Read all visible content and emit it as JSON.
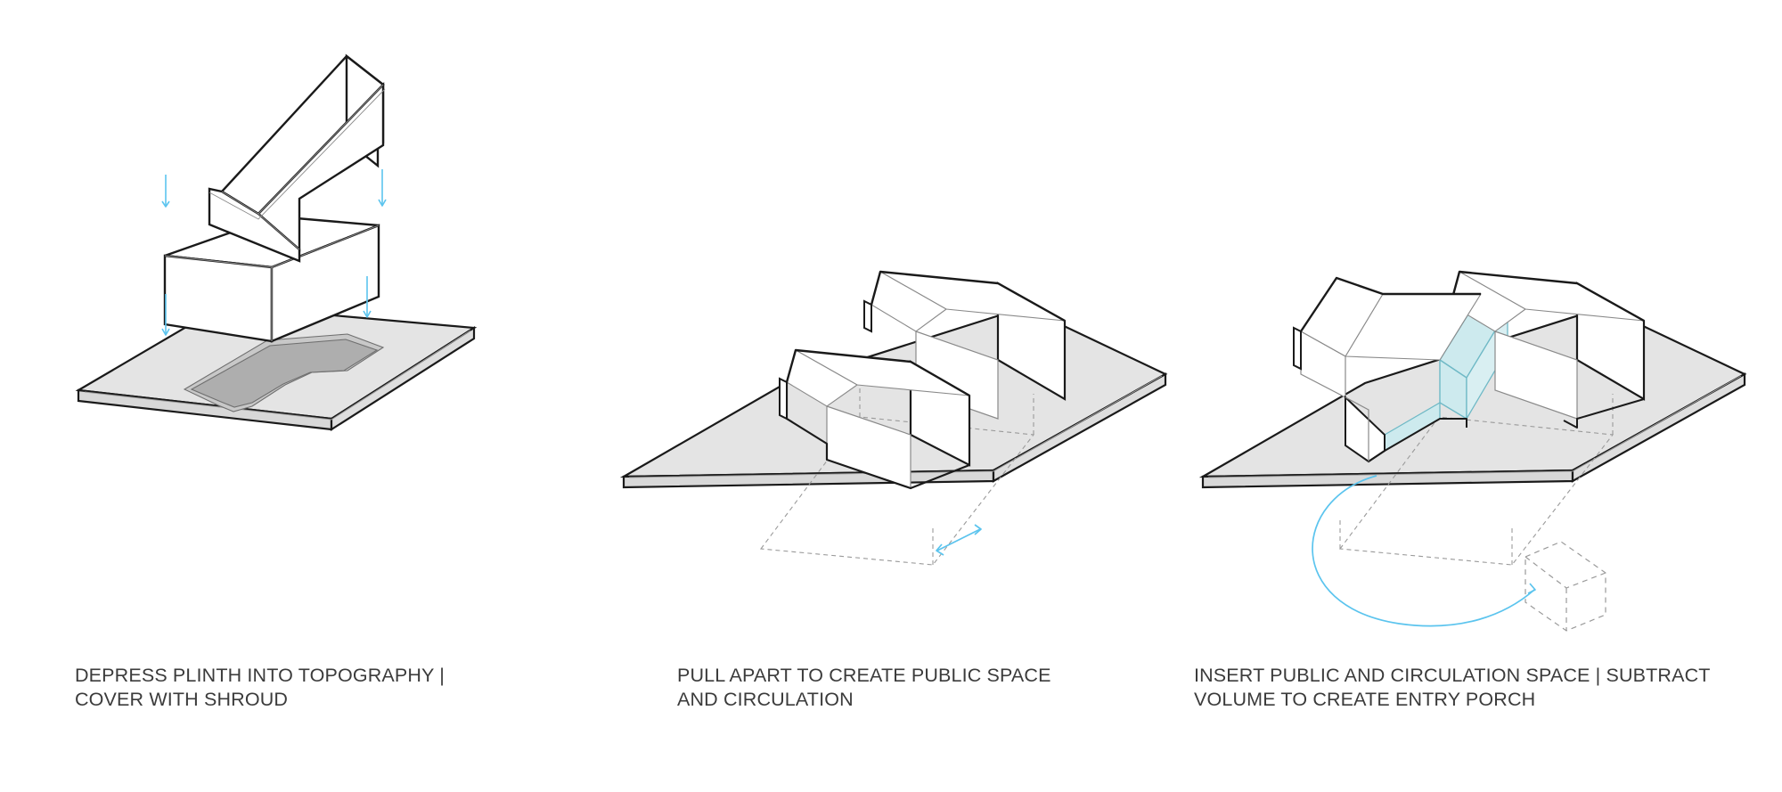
{
  "document": {
    "title": "Architectural Massing Concept Diagram",
    "background_color": "#ffffff"
  },
  "style_tokens": {
    "outline_dark": "#1a1a1a",
    "outline_light": "#8a8a8a",
    "ground_fill": "#e4e4e4",
    "ground_edge_fill": "#d8d8d8",
    "depression_fill": "#b3b3b3",
    "depression_wall_fill": "#c8c8c8",
    "volume_fill": "#ffffff",
    "glass_fill": "#cdeaee",
    "glass_stroke": "#6fb9c6",
    "arrow_blue": "#5bc4ee",
    "dashed_gray": "#9a9a9a",
    "caption_color": "#3b3b3b"
  },
  "panels": [
    {
      "id": "panel-1",
      "index": 1,
      "caption_lines": [
        "DEPRESS PLINTH INTO TOPOGRAPHY |",
        "COVER WITH SHROUD"
      ],
      "elements": [
        {
          "name": "shroud-roof",
          "label": "Shroud (folded gable roof)",
          "fill": "#ffffff"
        },
        {
          "name": "plinth-volume",
          "label": "Plinth box volume",
          "fill": "#ffffff"
        },
        {
          "name": "ground-plane",
          "label": "Ground plane slab",
          "fill": "#e4e4e4"
        },
        {
          "name": "topography-depression",
          "label": "Organic depression in topography",
          "fill": "#b3b3b3"
        }
      ],
      "arrows": [
        {
          "name": "drop-arrow-left-shroud",
          "direction": "down",
          "color": "#5bc4ee"
        },
        {
          "name": "drop-arrow-right-shroud",
          "direction": "down",
          "color": "#5bc4ee"
        },
        {
          "name": "drop-arrow-left-plinth",
          "direction": "down",
          "color": "#5bc4ee"
        },
        {
          "name": "drop-arrow-right-plinth",
          "direction": "down",
          "color": "#5bc4ee"
        }
      ]
    },
    {
      "id": "panel-2",
      "index": 2,
      "caption_lines": [
        "PULL APART TO CREATE PUBLIC SPACE",
        "AND CIRCULATION"
      ],
      "elements": [
        {
          "name": "ground-plane",
          "label": "Ground plane slab",
          "fill": "#e4e4e4"
        },
        {
          "name": "gable-volume-front",
          "label": "Front gabled volume",
          "fill": "#ffffff"
        },
        {
          "name": "gable-volume-rear",
          "label": "Rear gabled volume",
          "fill": "#ffffff"
        },
        {
          "name": "footprint-dashed-outline",
          "label": "Original footprint dashed outline",
          "fill": "none"
        }
      ],
      "arrows": [
        {
          "name": "pull-apart-arrow",
          "direction": "double-headed",
          "color": "#5bc4ee"
        }
      ]
    },
    {
      "id": "panel-3",
      "index": 3,
      "caption_lines": [
        "INSERT PUBLIC AND CIRCULATION SPACE | SUBTRACT",
        "VOLUME TO CREATE ENTRY PORCH"
      ],
      "elements": [
        {
          "name": "ground-plane",
          "label": "Ground plane slab",
          "fill": "#e4e4e4"
        },
        {
          "name": "gable-volume-front",
          "label": "Front gabled volume",
          "fill": "#ffffff"
        },
        {
          "name": "gable-volume-rear",
          "label": "Rear gabled volume",
          "fill": "#ffffff"
        },
        {
          "name": "glazed-circulation-insert",
          "label": "Glazed circulation / public space insert",
          "fill": "#cdeaee"
        },
        {
          "name": "entry-porch-notch",
          "label": "Subtracted entry porch notch",
          "fill": "#ffffff"
        },
        {
          "name": "subtracted-volume-ghost",
          "label": "Extracted volume shown dashed",
          "fill": "none"
        }
      ],
      "arrows": [
        {
          "name": "subtraction-arc-arrow",
          "direction": "curved",
          "color": "#5bc4ee"
        }
      ]
    }
  ]
}
